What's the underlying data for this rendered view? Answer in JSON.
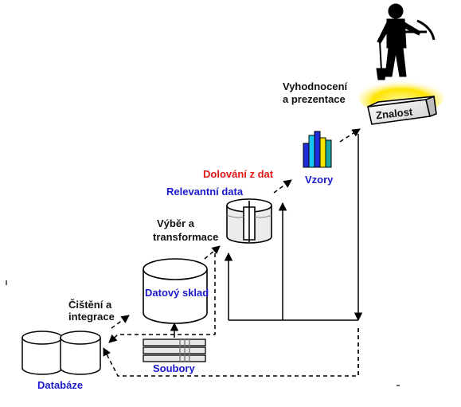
{
  "labels": {
    "databaze": "Databáze",
    "soubory": "Soubory",
    "cisteni_1": "Čištění a",
    "cisteni_2": "integrace",
    "datovy_sklad": "Datový sklad",
    "vyber_1": "Výběr a",
    "vyber_2": "transformace",
    "relevantni": "Relevantní data",
    "dolovani": "Dolování z dat",
    "vzory": "Vzory",
    "vyhodnoceni_1": "Vyhodnocení",
    "vyhodnoceni_2": "a prezentace",
    "znalost": "Znalost"
  },
  "colors": {
    "stage_label": "#111111",
    "data_label": "#1a1acc",
    "mining_label": "#e01818",
    "bar_blue": "#1f2bd6",
    "bar_cyan": "#19c6f2",
    "bar_yellow": "#f5e600",
    "bar_teal": "#1aa7a7",
    "glow": "#ffe400"
  },
  "icons": [
    "database-icon",
    "files-icon",
    "data-warehouse-icon",
    "relevant-data-cylinder-icon",
    "patterns-bar-icon",
    "knowledge-block-icon",
    "miner-figure-icon"
  ]
}
